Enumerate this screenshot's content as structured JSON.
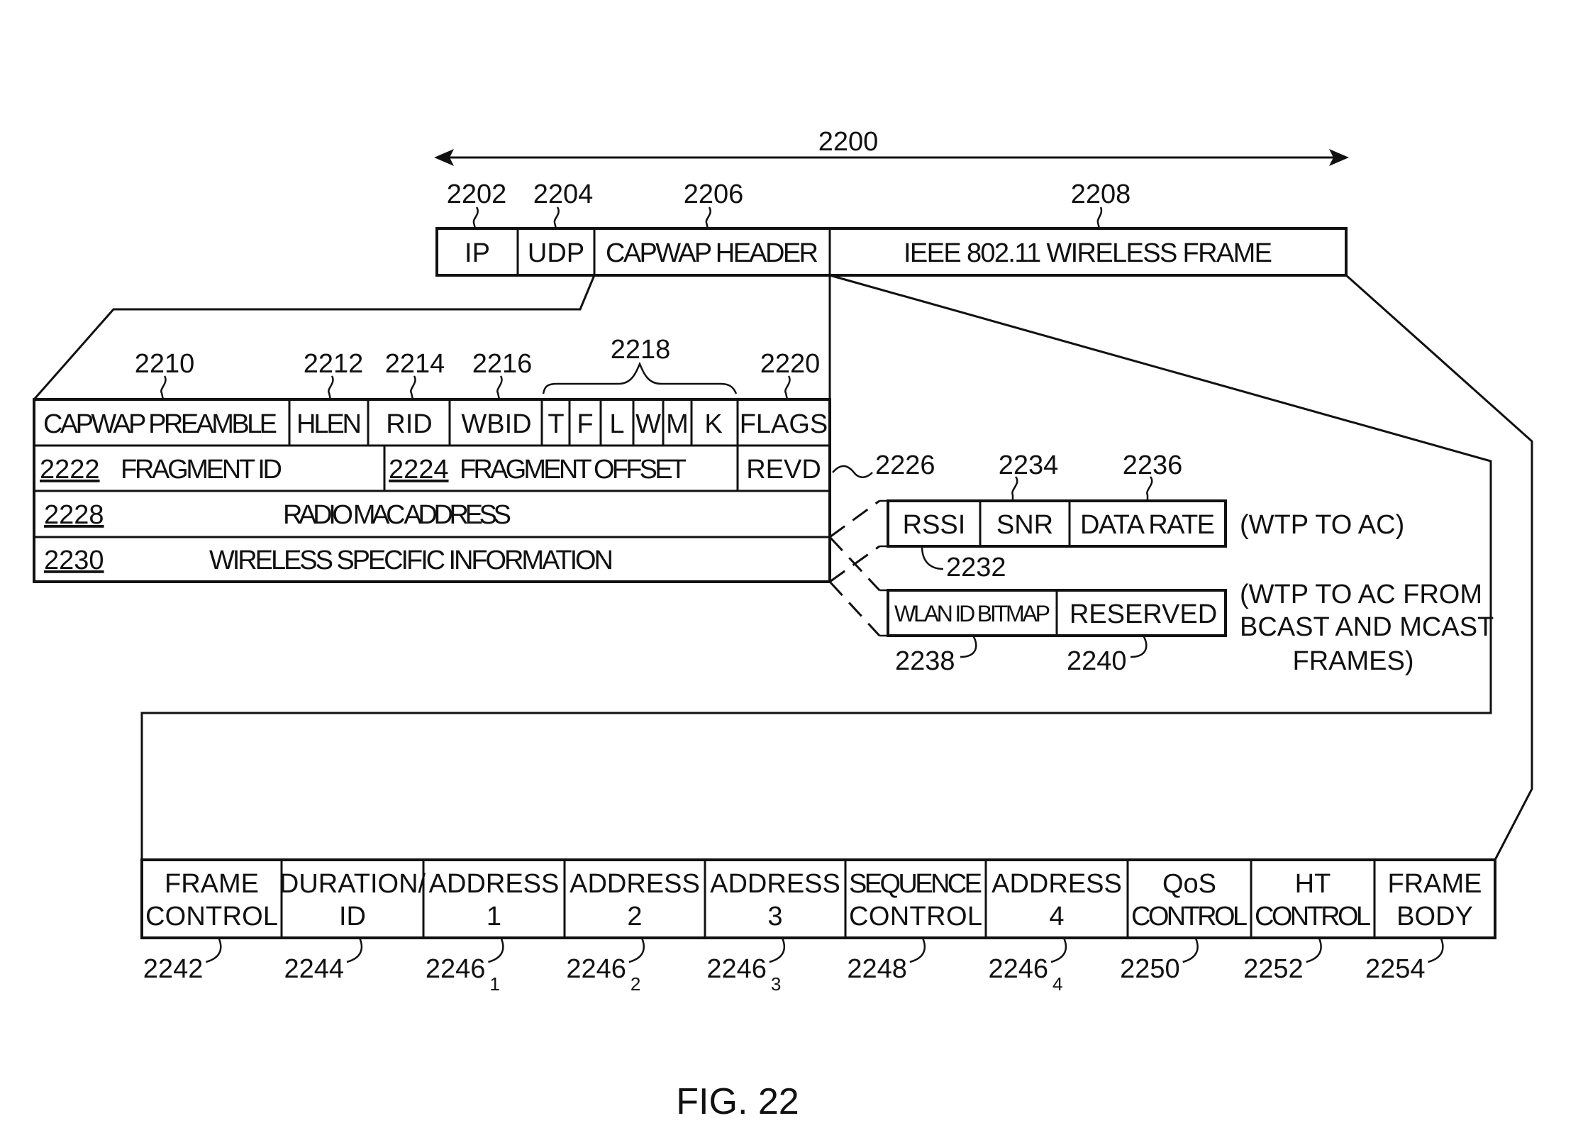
{
  "figure": {
    "caption": "FIG. 22",
    "overall_ref": "2200"
  },
  "top_packet": {
    "fields": [
      {
        "label": "IP",
        "ref": "2202"
      },
      {
        "label": "UDP",
        "ref": "2204"
      },
      {
        "label": "CAPWAP HEADER",
        "ref": "2206"
      },
      {
        "label": "IEEE 802.11 WIRELESS FRAME",
        "ref": "2208"
      }
    ]
  },
  "capwap_header": {
    "row1": [
      {
        "label": "CAPWAP PREAMBLE",
        "ref": "2210"
      },
      {
        "label": "HLEN",
        "ref": "2212"
      },
      {
        "label": "RID",
        "ref": "2214"
      },
      {
        "label": "WBID",
        "ref": "2216"
      },
      {
        "label": "T"
      },
      {
        "label": "F"
      },
      {
        "label": "L"
      },
      {
        "label": "W"
      },
      {
        "label": "M"
      },
      {
        "label": "K"
      },
      {
        "label": "FLAGS",
        "ref": "2220"
      }
    ],
    "bits_group_ref": "2218",
    "row2": [
      {
        "label": "FRAGMENT ID",
        "ref": "2222"
      },
      {
        "label": "FRAGMENT OFFSET",
        "ref": "2224"
      },
      {
        "label": "REVD",
        "ref": "2226"
      }
    ],
    "row3": {
      "label": "RADIO MAC ADDRESS",
      "ref": "2228"
    },
    "row4": {
      "label": "WIRELESS SPECIFIC INFORMATION",
      "ref": "2230"
    }
  },
  "wireless_info": {
    "option1": {
      "fields": [
        {
          "label": "RSSI",
          "ref": "2232"
        },
        {
          "label": "SNR",
          "ref": "2234"
        },
        {
          "label": "DATA RATE",
          "ref": "2236"
        }
      ],
      "note": "(WTP TO AC)"
    },
    "option2": {
      "fields": [
        {
          "label": "WLAN ID BITMAP",
          "ref": "2238"
        },
        {
          "label": "RESERVED",
          "ref": "2240"
        }
      ],
      "note_lines": [
        "(WTP TO AC FROM",
        "BCAST AND MCAST",
        "FRAMES)"
      ]
    }
  },
  "ieee_frame": {
    "fields": [
      {
        "line1": "FRAME",
        "line2": "CONTROL",
        "ref": "2242",
        "sub": ""
      },
      {
        "line1": "DURATION/",
        "line2": "ID",
        "ref": "2244",
        "sub": ""
      },
      {
        "line1": "ADDRESS",
        "line2": "1",
        "ref": "2246",
        "sub": "1"
      },
      {
        "line1": "ADDRESS",
        "line2": "2",
        "ref": "2246",
        "sub": "2"
      },
      {
        "line1": "ADDRESS",
        "line2": "3",
        "ref": "2246",
        "sub": "3"
      },
      {
        "line1": "SEQUENCE",
        "line2": "CONTROL",
        "ref": "2248",
        "sub": ""
      },
      {
        "line1": "ADDRESS",
        "line2": "4",
        "ref": "2246",
        "sub": "4"
      },
      {
        "line1": "QoS",
        "line2": "CONTROL",
        "ref": "2250",
        "sub": ""
      },
      {
        "line1": "HT",
        "line2": "CONTROL",
        "ref": "2252",
        "sub": ""
      },
      {
        "line1": "FRAME",
        "line2": "BODY",
        "ref": "2254",
        "sub": ""
      }
    ]
  }
}
